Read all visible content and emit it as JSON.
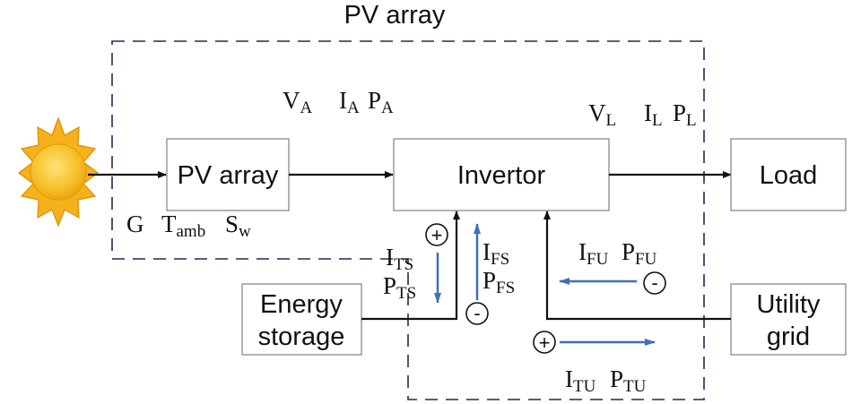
{
  "title": "PV array",
  "colors": {
    "flow_arrow": "#3f6fb8",
    "dashed_border": "#1f2a55",
    "sun_fill": "#f5b21d",
    "sun_core": "#f7c531",
    "sun_stroke": "#d98e00"
  },
  "icons": {
    "sun": "sun-icon"
  },
  "blocks": {
    "pv_array": "PV array",
    "invertor": "Invertor",
    "load": "Load",
    "storage_line1": "Energy",
    "storage_line2": "storage",
    "grid_line1": "Utility",
    "grid_line2": "grid"
  },
  "labels": {
    "G": "G",
    "T": "T",
    "T_sub": "amb",
    "S": "S",
    "S_sub": "w",
    "VA": "V",
    "VA_sub": "A",
    "IA": "I",
    "IA_sub": "A",
    "PA": "P",
    "PA_sub": "A",
    "VL": "V",
    "VL_sub": "L",
    "IL": "I",
    "IL_sub": "L",
    "PL": "P",
    "PL_sub": "L",
    "ITS": "I",
    "ITS_sub": "TS",
    "PTS": "P",
    "PTS_sub": "TS",
    "IFS": "I",
    "IFS_sub": "FS",
    "PFS": "P",
    "PFS_sub": "FS",
    "IFU": "I",
    "IFU_sub": "FU",
    "PFU": "P",
    "PFU_sub": "FU",
    "ITU": "I",
    "ITU_sub": "TU",
    "PTU": "P",
    "PTU_sub": "TU",
    "plus": "+",
    "minus": "-"
  }
}
